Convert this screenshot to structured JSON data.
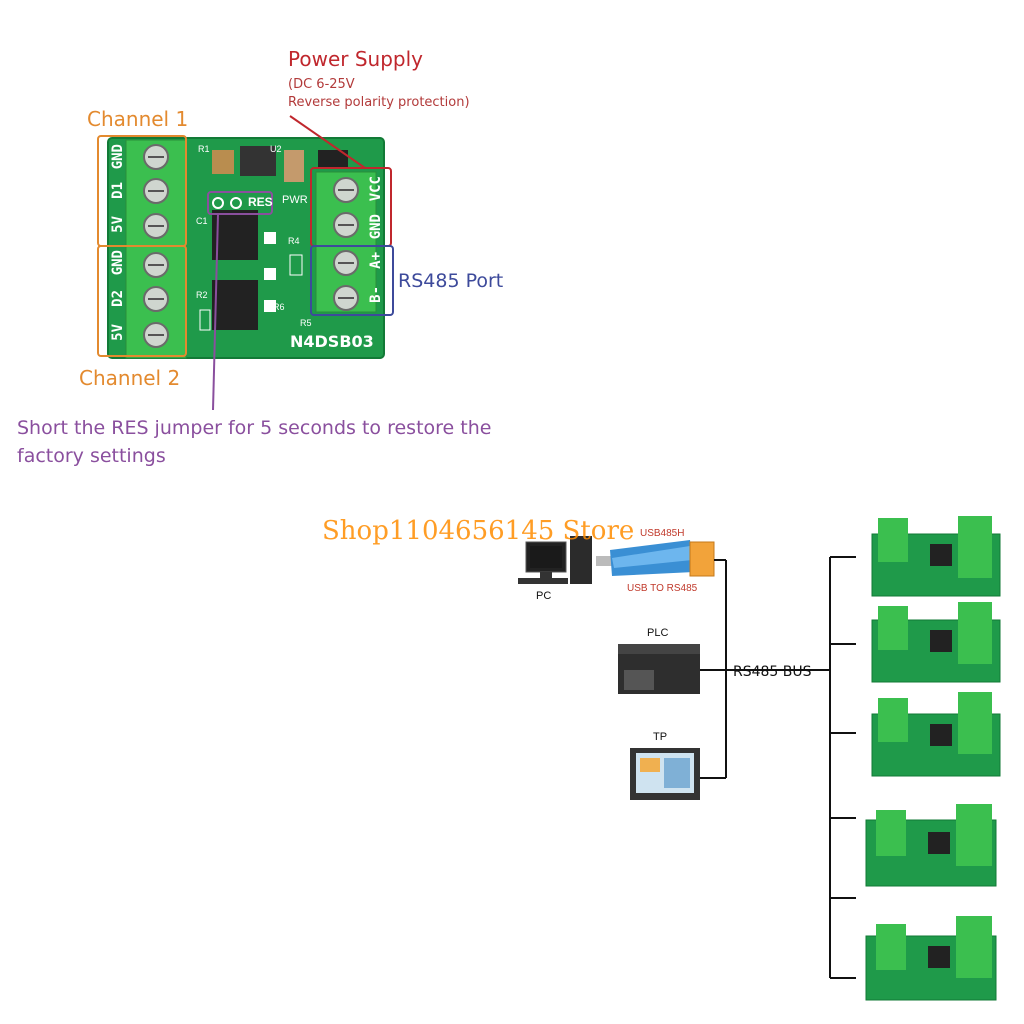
{
  "labels": {
    "channel1": "Channel 1",
    "channel2": "Channel 2",
    "power_title": "Power Supply",
    "power_line1": "(DC 6-25V",
    "power_line2": "Reverse polarity protection)",
    "rs485_port": "RS485 Port",
    "res_note_line1": "Short the RES jumper for 5 seconds to restore the",
    "res_note_line2": "factory settings"
  },
  "board": {
    "model": "N4DSB03",
    "res": "RES",
    "pwr": "PWR",
    "left_pins": [
      "GND",
      "D1",
      "5V",
      "GND",
      "D2",
      "5V"
    ],
    "right_pins": [
      "VCC",
      "GND",
      "A+",
      "B-"
    ],
    "parts": [
      "R1",
      "U2",
      "C1",
      "R4",
      "R2",
      "R6",
      "R5"
    ]
  },
  "watermark": "Shop1104656145 Store",
  "network": {
    "pc": "PC",
    "adapter_top": "USB485H",
    "adapter": "USB TO RS485",
    "plc": "PLC",
    "tp": "TP",
    "bus": "RS485 BUS"
  },
  "colors": {
    "pcb": "#1f9a4a",
    "terminal": "#3bbf4f",
    "channel_box": "#e38a2f",
    "power_box": "#c0272d",
    "rs485_box": "#3d4a9b",
    "res_box": "#8a4f9e"
  }
}
